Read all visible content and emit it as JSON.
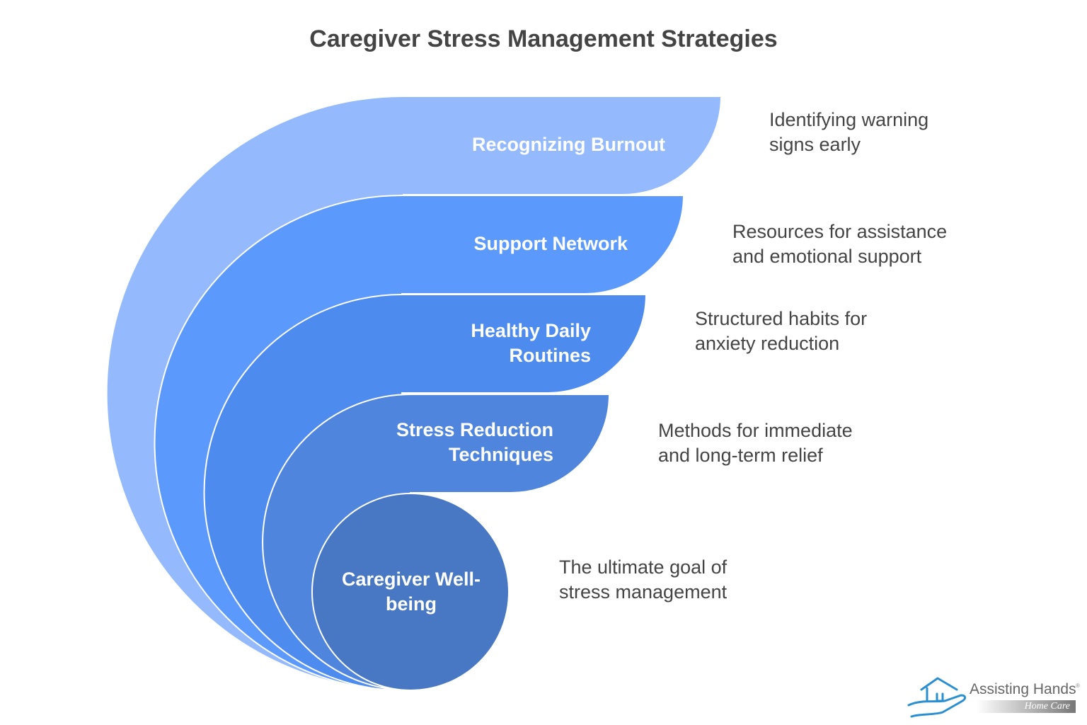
{
  "title": "Caregiver Stress Management Strategies",
  "colors": [
    "#94BAFD",
    "#5B9AFC",
    "#4E8BEF",
    "#4F85DC",
    "#4877C4"
  ],
  "layers": [
    {
      "label_lines": [
        "Recognizing Burnout"
      ],
      "desc_lines": [
        "Identifying warning",
        "signs early"
      ]
    },
    {
      "label_lines": [
        "Support Network"
      ],
      "desc_lines": [
        "Resources for assistance",
        "and emotional support"
      ]
    },
    {
      "label_lines": [
        "Healthy Daily",
        "Routines"
      ],
      "desc_lines": [
        "Structured habits for",
        "anxiety reduction"
      ]
    },
    {
      "label_lines": [
        "Stress Reduction",
        "Techniques"
      ],
      "desc_lines": [
        "Methods for immediate",
        "and long-term relief"
      ]
    },
    {
      "label_lines": [
        "Caregiver Well-",
        "being"
      ],
      "desc_lines": [
        "The ultimate goal of",
        "stress management"
      ]
    }
  ],
  "logo": {
    "name": "Assisting Hands",
    "registered": "®",
    "tagline": "Home Care"
  }
}
